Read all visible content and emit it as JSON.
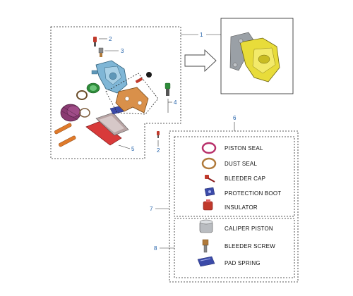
{
  "callouts": {
    "c1": "1",
    "c2a": "2",
    "c3": "3",
    "c4": "4",
    "c5": "5",
    "c2b": "2",
    "c6": "6",
    "c7": "7",
    "c8": "8"
  },
  "group7_parts": [
    {
      "label": "PISTON SEAL",
      "icon": "piston-seal-ring"
    },
    {
      "label": "DUST SEAL",
      "icon": "dust-seal-ring"
    },
    {
      "label": "BLEEDER CAP",
      "icon": "bleeder-cap"
    },
    {
      "label": "PROTECTION BOOT",
      "icon": "protection-boot"
    },
    {
      "label": "INSULATOR",
      "icon": "insulator"
    }
  ],
  "group8_parts": [
    {
      "label": "CALIPER PISTON",
      "icon": "caliper-piston"
    },
    {
      "label": "BLEEDER SCREW",
      "icon": "bleeder-screw"
    },
    {
      "label": "PAD SPRING",
      "icon": "pad-spring"
    }
  ],
  "colors": {
    "caliper_yellow": "#e8dc3a",
    "caliper_blue": "#7fb6d6",
    "bracket_orange": "#d9904a",
    "seal_purple": "#8a3a72",
    "pad_red": "#d83a3a",
    "callout_blue": "#1f5fa8"
  }
}
